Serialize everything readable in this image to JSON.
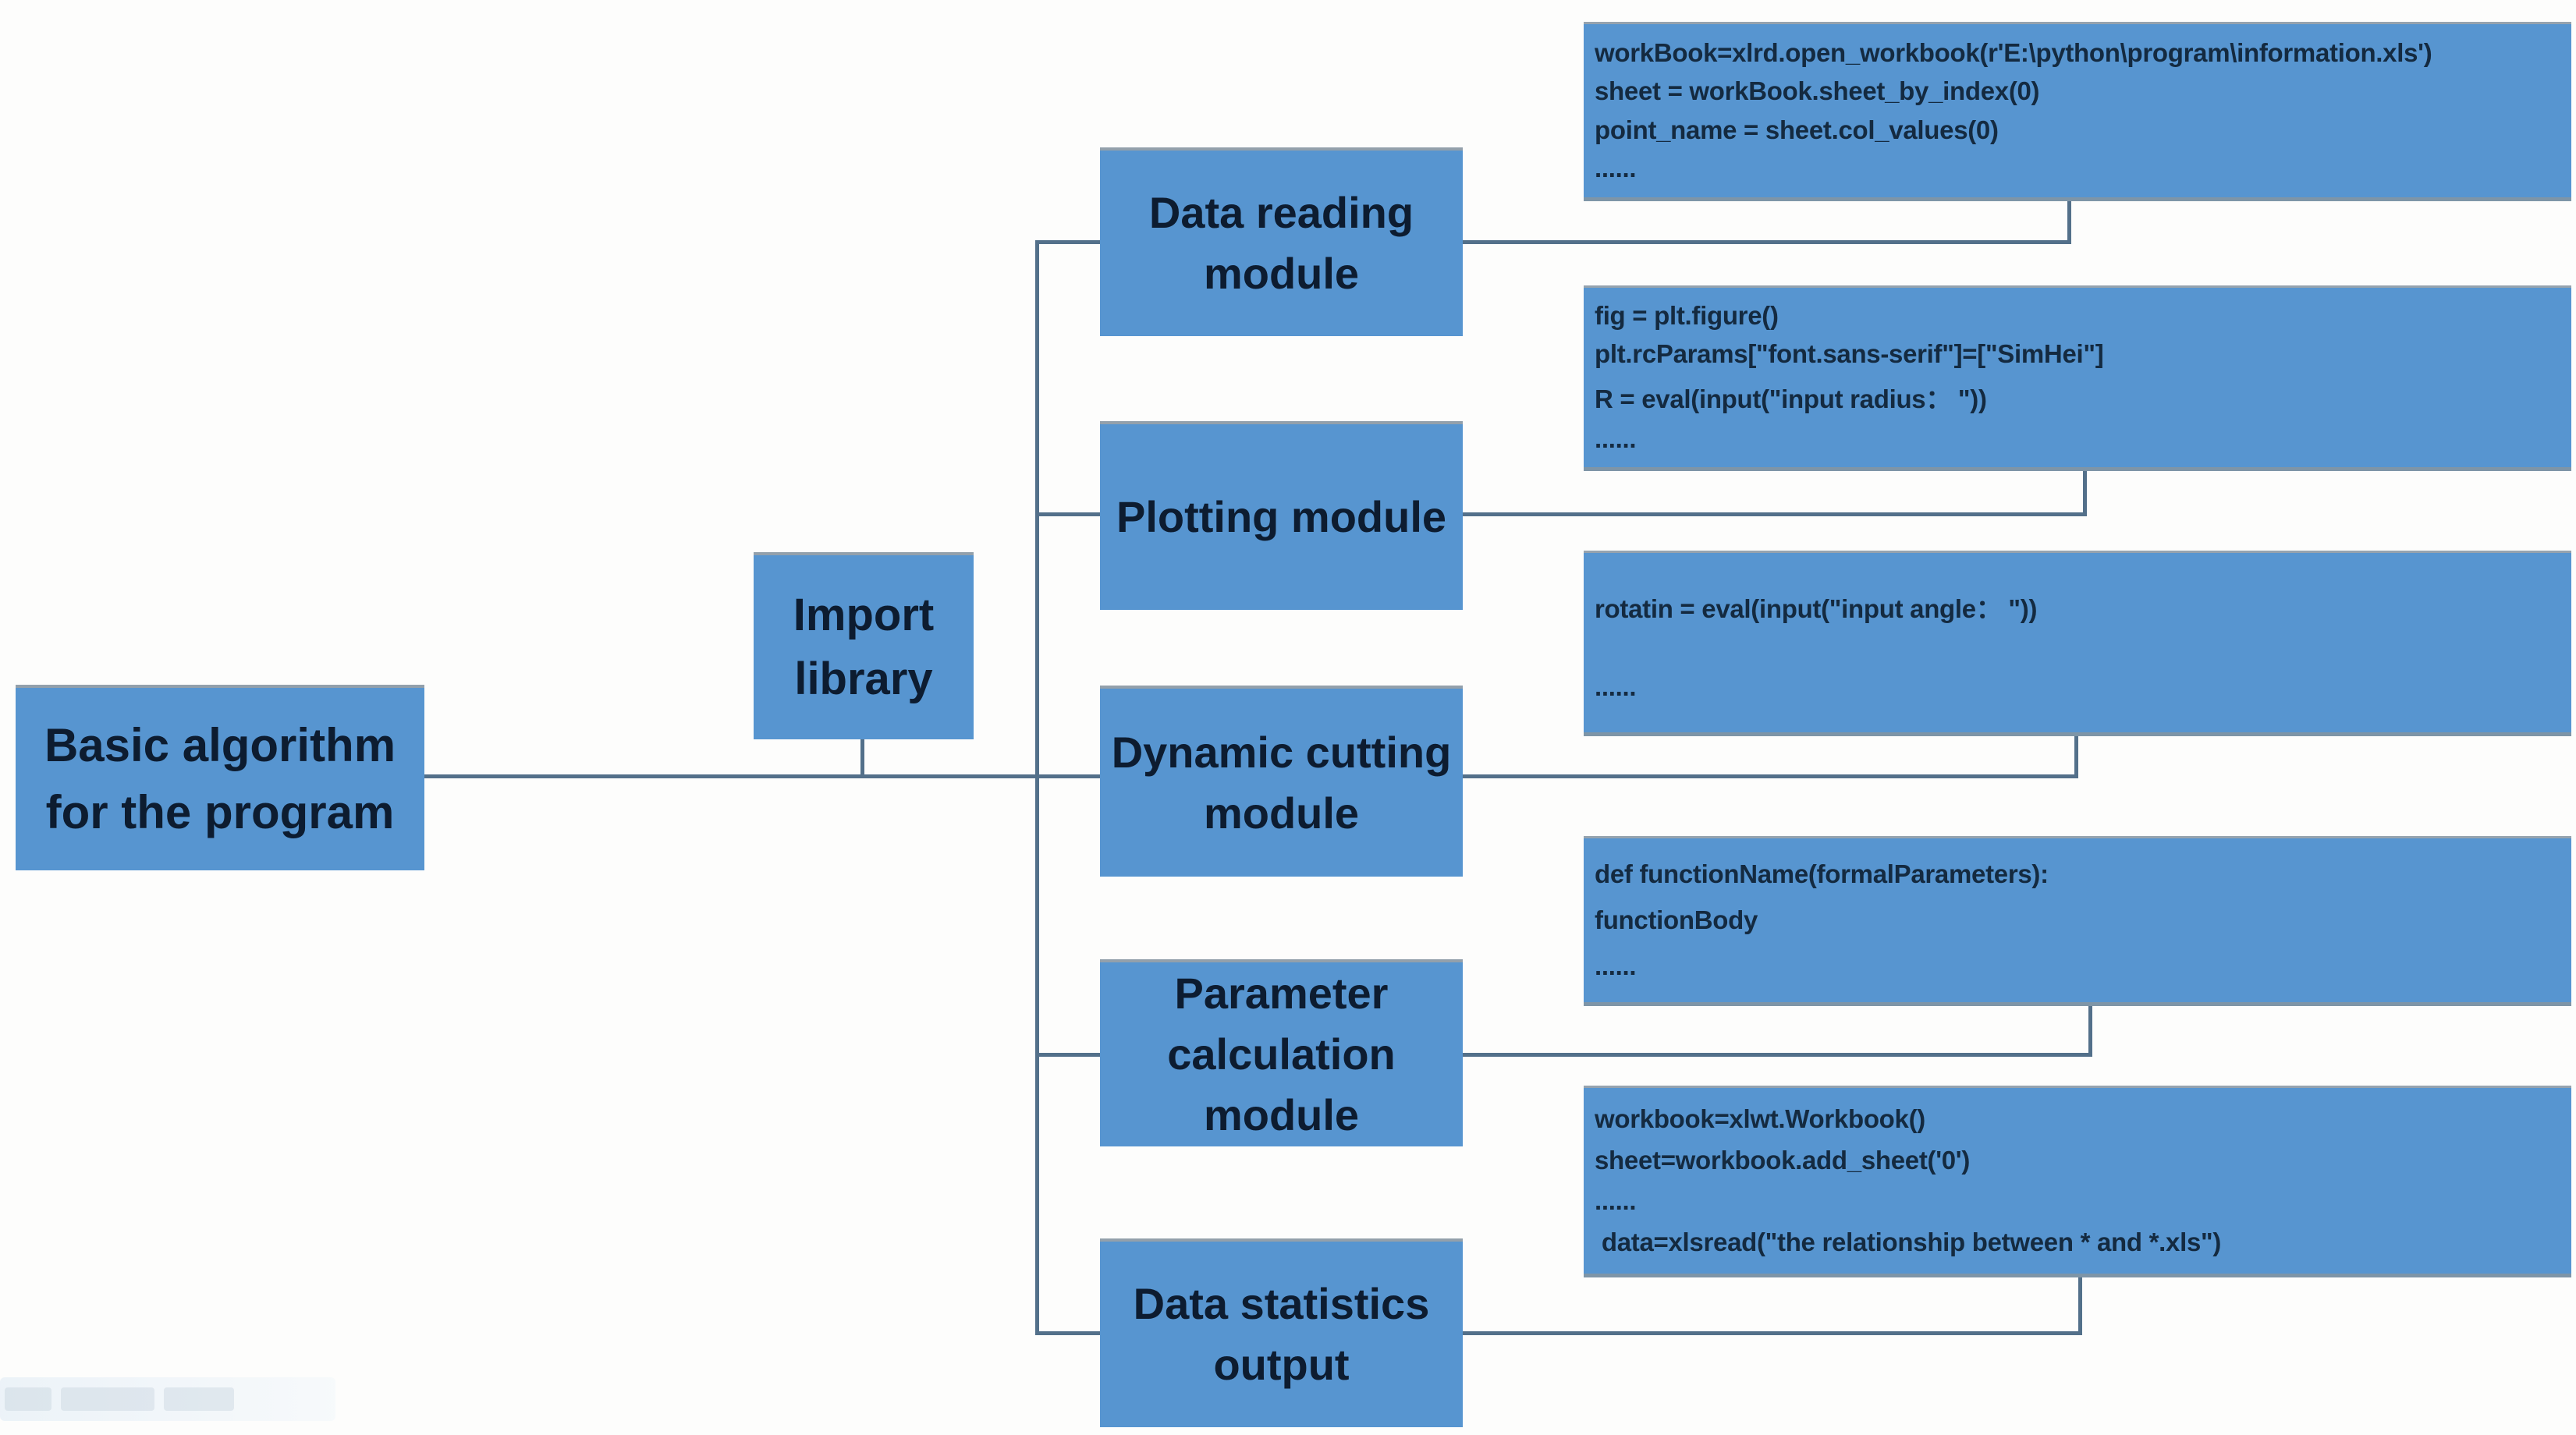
{
  "diagram": {
    "colors": {
      "box_fill": "#5795d0",
      "connector": "#53708a",
      "label_text": "#0d1c30",
      "code_text": "#142a40",
      "background": "#fdfdfc"
    },
    "root": {
      "label": "Basic algorithm for the program"
    },
    "importLib": {
      "label": "Import library"
    },
    "modules": [
      {
        "label": "Data reading module",
        "code": [
          "workBook=xlrd.open_workbook(r'E:\\python\\program\\information.xls')",
          "sheet = workBook.sheet_by_index(0)",
          "point_name = sheet.col_values(0)",
          "......"
        ]
      },
      {
        "label": "Plotting module",
        "code": [
          "fig = plt.figure()",
          "plt.rcParams[\"font.sans-serif\"]=[\"SimHei\"]",
          "R = eval(input(\"input radius： \"))",
          "......"
        ]
      },
      {
        "label": "Dynamic cutting module",
        "code": [
          "rotatin = eval(input(\"input angle： \"))",
          "......"
        ]
      },
      {
        "label": "Parameter calculation module",
        "code": [
          "def functionName(formalParameters):",
          "functionBody",
          "......"
        ]
      },
      {
        "label": "Data statistics output",
        "code": [
          "workbook=xlwt.Workbook()",
          "sheet=workbook.add_sheet('0')",
          "......",
          " data=xlsread(\"the relationship between * and *.xls\")"
        ]
      }
    ]
  }
}
